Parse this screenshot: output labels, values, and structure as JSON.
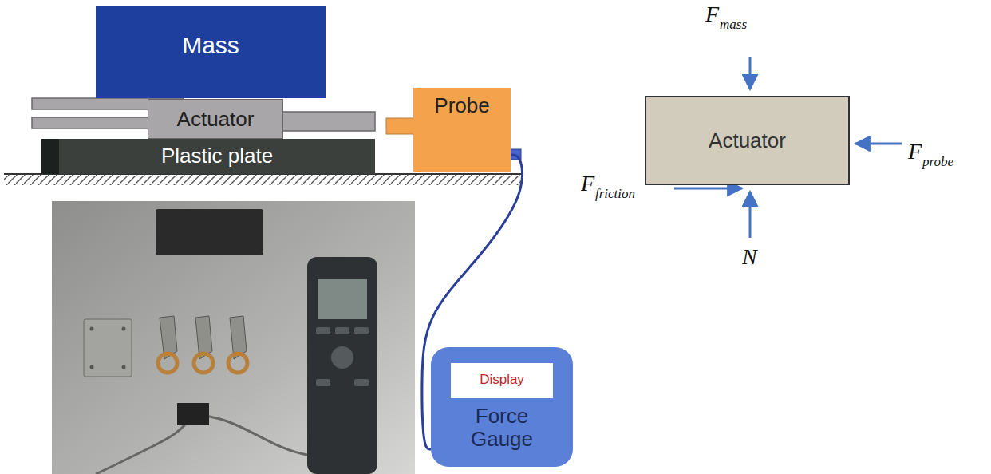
{
  "diagram": {
    "nodes": [
      {
        "text": [
          "Mass"
        ]
      },
      {
        "text": [
          "Actuator"
        ]
      },
      {
        "text": [
          "Plastic plate"
        ]
      },
      {
        "text": [
          "Probe"
        ]
      },
      {
        "text": [
          "Force Gauge"
        ]
      },
      {
        "text": [
          "Display"
        ],
        "in": 4
      },
      {
        "text": [
          "Actuator"
        ]
      }
    ],
    "edges": [
      {
        "from": 3,
        "to": 4,
        "arrow": "none"
      }
    ],
    "labels": [
      "F",
      "mass",
      "F",
      "probe",
      "F",
      "friction",
      "N"
    ]
  }
}
